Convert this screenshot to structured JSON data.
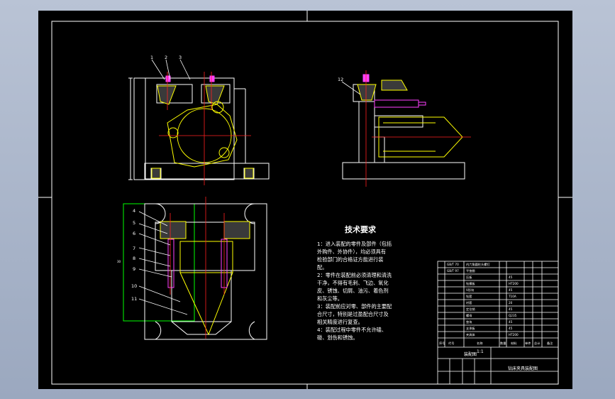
{
  "tech_requirements": {
    "title": "技术要求",
    "lines": [
      "1：进入装配的零件及部件（包括",
      "外购件、外协件），均必须具有",
      "检验部门的合格证方能进行装",
      "配。",
      "2：零件在装配前必须清理和清洗",
      "干净，不得有毛刺、飞边、氧化",
      "皮、锈蚀、切屑、油污、着色剂",
      "和灰尘等。",
      "3：装配前应对零、部件的主要配",
      "合尺寸，特别是过盈配合尺寸及",
      "相关精度进行复查。",
      "4：装配过程中零件不允许磕、",
      "碰、划伤和锈蚀。"
    ]
  },
  "balloons_front": [
    "1",
    "2",
    "3"
  ],
  "balloons_side": [
    "12"
  ],
  "balloons_top": [
    "4",
    "5",
    "6",
    "7",
    "8",
    "9",
    "10",
    "11"
  ],
  "title_block": {
    "drawing_name": "钻床夹具装配图",
    "scale": "1:1",
    "assembly_label": "装配图",
    "headers": [
      "序号",
      "代号",
      "名称",
      "数量",
      "材料",
      "单件",
      "总计",
      "备注"
    ]
  },
  "colors": {
    "sheet": "#000000",
    "outline": "#ffffff",
    "centerline": "#ff2020",
    "part_yellow": "#ffff00",
    "part_magenta": "#ff40ff",
    "part_green": "#00ff00"
  }
}
